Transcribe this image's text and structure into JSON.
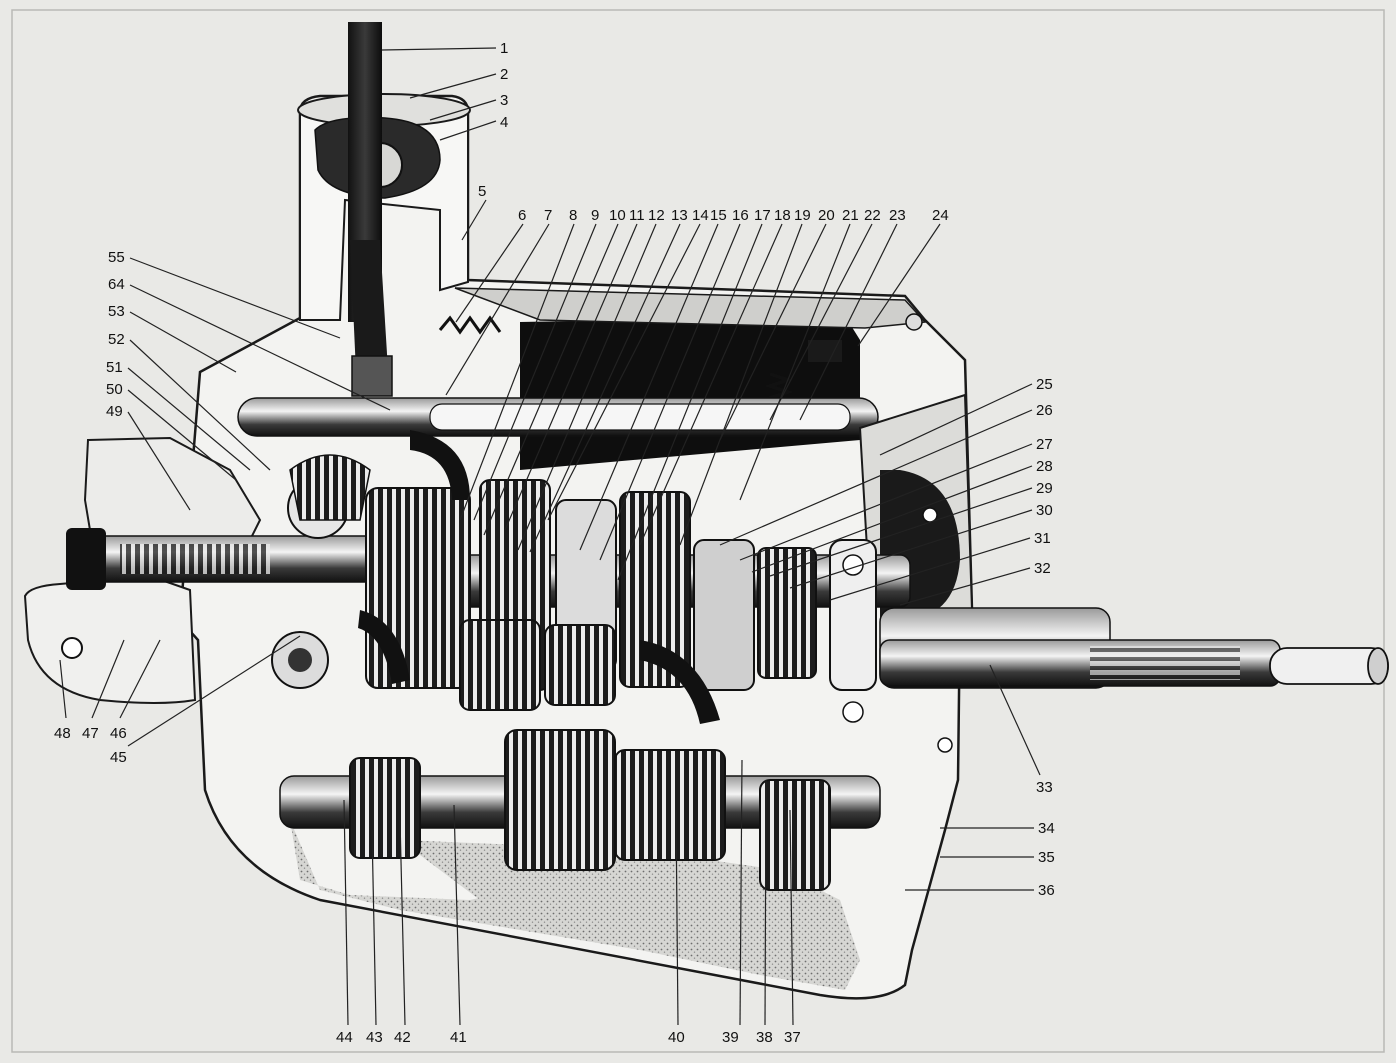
{
  "figure": {
    "callouts": [
      {
        "num": "1"
      },
      {
        "num": "2"
      },
      {
        "num": "3"
      },
      {
        "num": "4"
      },
      {
        "num": "5"
      },
      {
        "num": "6"
      },
      {
        "num": "7"
      },
      {
        "num": "8"
      },
      {
        "num": "9"
      },
      {
        "num": "10"
      },
      {
        "num": "11"
      },
      {
        "num": "12"
      },
      {
        "num": "13"
      },
      {
        "num": "14"
      },
      {
        "num": "15"
      },
      {
        "num": "16"
      },
      {
        "num": "17"
      },
      {
        "num": "18"
      },
      {
        "num": "19"
      },
      {
        "num": "20"
      },
      {
        "num": "21"
      },
      {
        "num": "22"
      },
      {
        "num": "23"
      },
      {
        "num": "24"
      },
      {
        "num": "25"
      },
      {
        "num": "26"
      },
      {
        "num": "27"
      },
      {
        "num": "28"
      },
      {
        "num": "29"
      },
      {
        "num": "30"
      },
      {
        "num": "31"
      },
      {
        "num": "32"
      },
      {
        "num": "33"
      },
      {
        "num": "34"
      },
      {
        "num": "35"
      },
      {
        "num": "36"
      },
      {
        "num": "37"
      },
      {
        "num": "38"
      },
      {
        "num": "39"
      },
      {
        "num": "40"
      },
      {
        "num": "41"
      },
      {
        "num": "42"
      },
      {
        "num": "43"
      },
      {
        "num": "44"
      },
      {
        "num": "45"
      },
      {
        "num": "46"
      },
      {
        "num": "47"
      },
      {
        "num": "48"
      },
      {
        "num": "49"
      },
      {
        "num": "50"
      },
      {
        "num": "51"
      },
      {
        "num": "52"
      },
      {
        "num": "53"
      },
      {
        "num": "64"
      },
      {
        "num": "55"
      }
    ]
  }
}
